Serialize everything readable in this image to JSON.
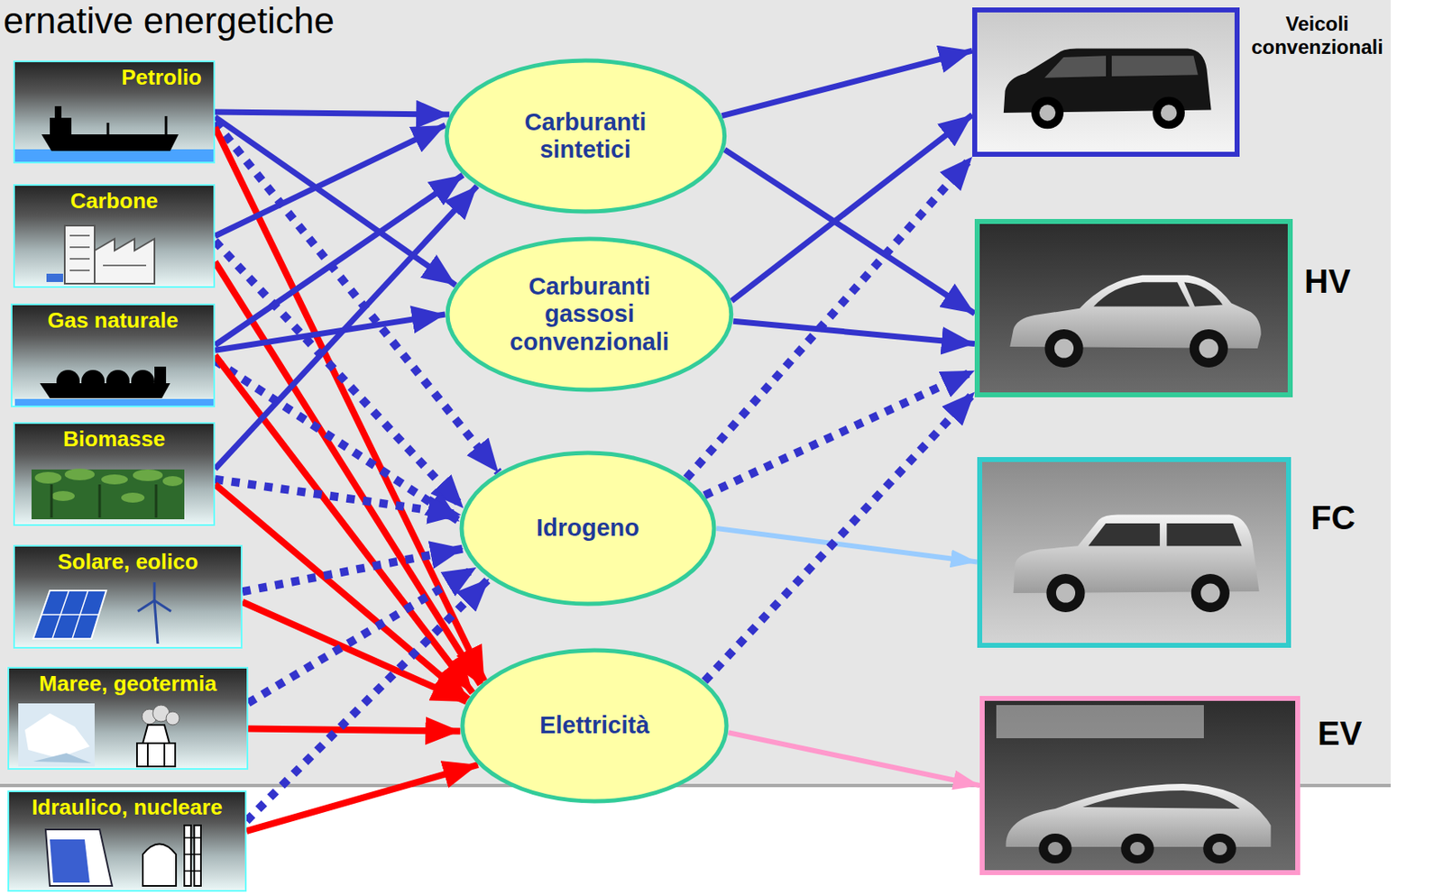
{
  "diagram": {
    "title": "ernative energetiche",
    "nodes": [
      {
        "text": [
          "Petrolio"
        ]
      },
      {
        "text": [
          "Carbone"
        ]
      },
      {
        "text": [
          "Gas naturale"
        ]
      },
      {
        "text": [
          "Biomasse"
        ]
      },
      {
        "text": [
          "Solare, eolico"
        ]
      },
      {
        "text": [
          "Maree, geotermia"
        ]
      },
      {
        "text": [
          "Idraulico, nucleare"
        ]
      },
      {
        "text": [
          "Carburanti sintetici"
        ]
      },
      {
        "text": [
          "Carburanti gassosi convenzionali"
        ]
      },
      {
        "text": [
          "Idrogeno"
        ]
      },
      {
        "text": [
          "Elettricità"
        ]
      },
      {
        "text": [
          "Veicoli convenzionali"
        ]
      },
      {
        "text": [
          "HV"
        ]
      },
      {
        "text": [
          "FC"
        ]
      },
      {
        "text": [
          "EV"
        ]
      }
    ],
    "edges": [
      {
        "from": 0,
        "to": 7,
        "arrow": "to"
      },
      {
        "from": 0,
        "to": 8,
        "arrow": "to"
      },
      {
        "from": 0,
        "to": 9,
        "arrow": "to"
      },
      {
        "from": 0,
        "to": 10,
        "arrow": "to"
      },
      {
        "from": 1,
        "to": 7,
        "arrow": "to"
      },
      {
        "from": 1,
        "to": 9,
        "arrow": "to"
      },
      {
        "from": 1,
        "to": 10,
        "arrow": "to"
      },
      {
        "from": 2,
        "to": 7,
        "arrow": "to"
      },
      {
        "from": 2,
        "to": 8,
        "arrow": "to"
      },
      {
        "from": 2,
        "to": 9,
        "arrow": "to"
      },
      {
        "from": 2,
        "to": 10,
        "arrow": "to"
      },
      {
        "from": 3,
        "to": 7,
        "arrow": "to"
      },
      {
        "from": 3,
        "to": 9,
        "arrow": "to"
      },
      {
        "from": 3,
        "to": 10,
        "arrow": "to"
      },
      {
        "from": 4,
        "to": 9,
        "arrow": "to"
      },
      {
        "from": 4,
        "to": 10,
        "arrow": "to"
      },
      {
        "from": 5,
        "to": 9,
        "arrow": "to"
      },
      {
        "from": 5,
        "to": 10,
        "arrow": "to"
      },
      {
        "from": 6,
        "to": 9,
        "arrow": "to"
      },
      {
        "from": 6,
        "to": 10,
        "arrow": "to"
      },
      {
        "from": 7,
        "to": 11,
        "arrow": "to"
      },
      {
        "from": 7,
        "to": 12,
        "arrow": "to"
      },
      {
        "from": 8,
        "to": 11,
        "arrow": "to"
      },
      {
        "from": 8,
        "to": 12,
        "arrow": "to"
      },
      {
        "from": 9,
        "to": 11,
        "arrow": "to"
      },
      {
        "from": 9,
        "to": 12,
        "arrow": "to"
      },
      {
        "from": 9,
        "to": 13,
        "arrow": "to"
      },
      {
        "from": 10,
        "to": 12,
        "arrow": "to"
      },
      {
        "from": 10,
        "to": 14,
        "arrow": "to"
      }
    ]
  }
}
